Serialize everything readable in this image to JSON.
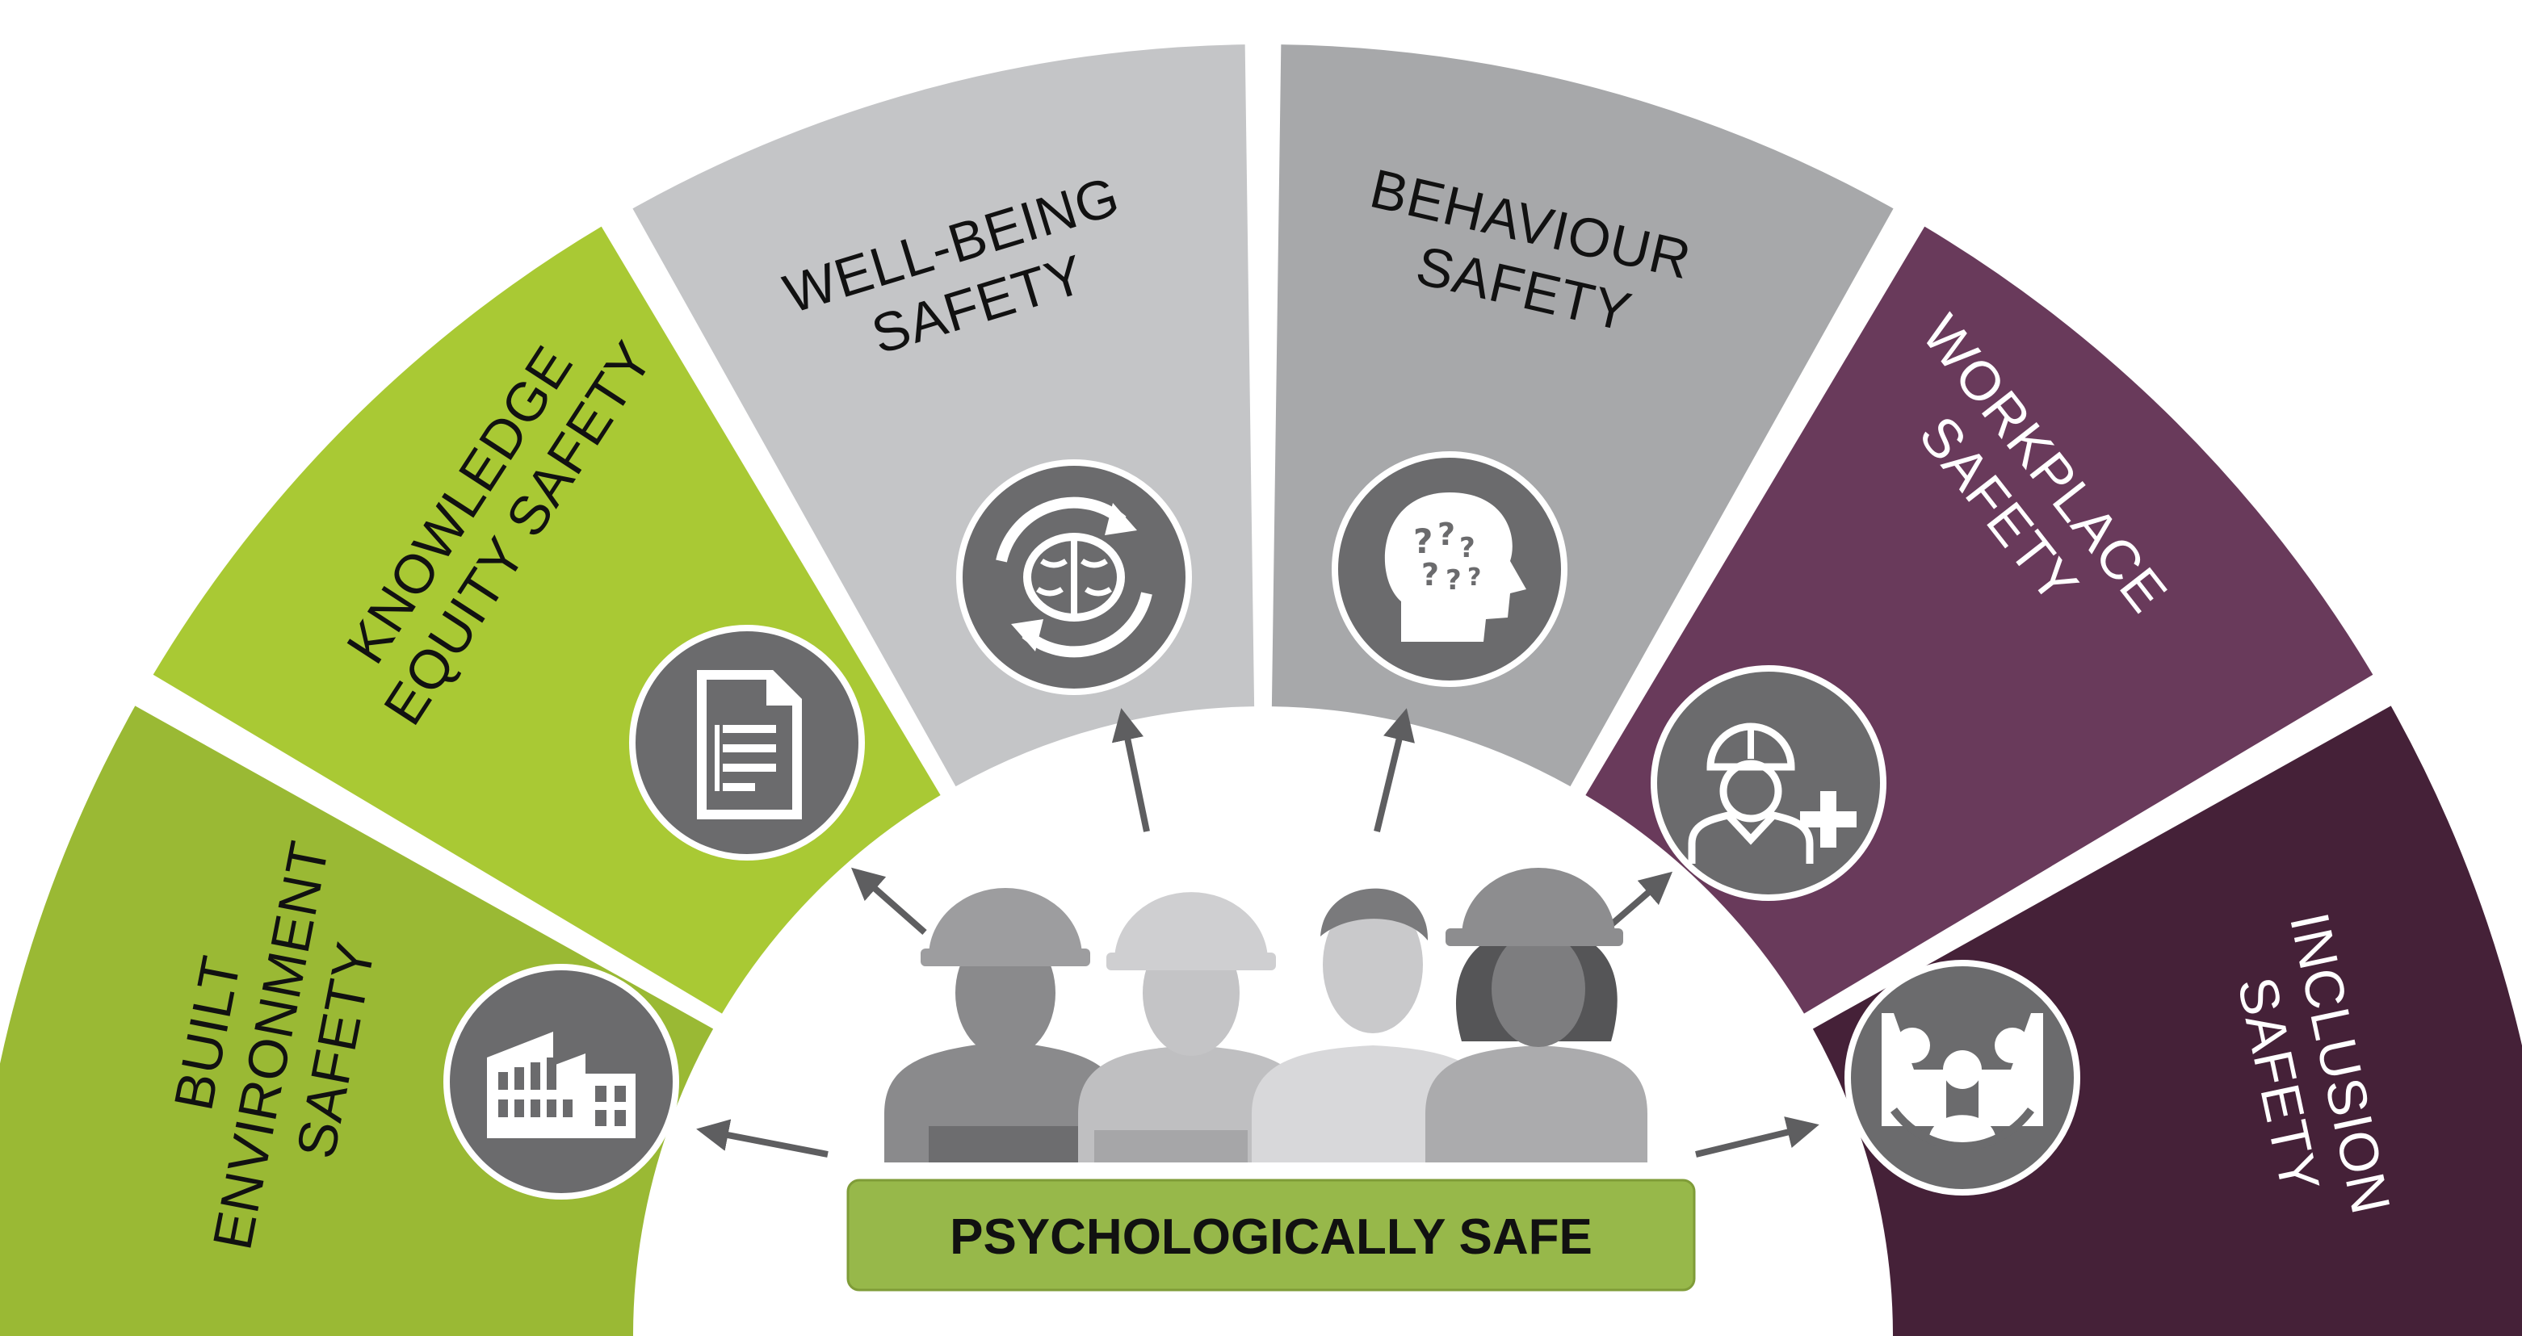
{
  "colors": {
    "green_dark": "#9ab934",
    "green_light": "#a9c934",
    "grey_light": "#c4c5c7",
    "grey_mid": "#a7a8aa",
    "purple": "#693a5b",
    "purple_dark": "#452138",
    "icon_circle": "#6b6b6d",
    "arrow": "#5e5e60",
    "banner_bg": "#97b84a",
    "banner_text": "#111111"
  },
  "center_banner": {
    "label": "PSYCHOLOGICALLY SAFE"
  },
  "people_graphic": "four-workers-group",
  "segments": [
    {
      "key": "built",
      "lines": [
        "BUILT",
        "ENVIRONMENT",
        "SAFETY"
      ],
      "icon": "building-icon",
      "color": "#9ab934",
      "text_color": "#111111"
    },
    {
      "key": "knowledge",
      "lines": [
        "KNOWLEDGE",
        "EQUITY SAFETY"
      ],
      "icon": "document-icon",
      "color": "#a9c934",
      "text_color": "#111111"
    },
    {
      "key": "wellbeing",
      "lines": [
        "WELL-BEING",
        "SAFETY"
      ],
      "icon": "brain-cycle-icon",
      "color": "#c4c5c7",
      "text_color": "#111111"
    },
    {
      "key": "behaviour",
      "lines": [
        "BEHAVIOUR",
        "SAFETY"
      ],
      "icon": "head-question-icon",
      "color": "#a7a8aa",
      "text_color": "#111111"
    },
    {
      "key": "workplace",
      "lines": [
        "WORKPLACE",
        "SAFETY"
      ],
      "icon": "worker-plus-icon",
      "color": "#693a5b",
      "text_color": "#ffffff"
    },
    {
      "key": "inclusion",
      "lines": [
        "INCLUSION",
        "SAFETY"
      ],
      "icon": "group-icon",
      "color": "#452138",
      "text_color": "#ffffff"
    }
  ]
}
